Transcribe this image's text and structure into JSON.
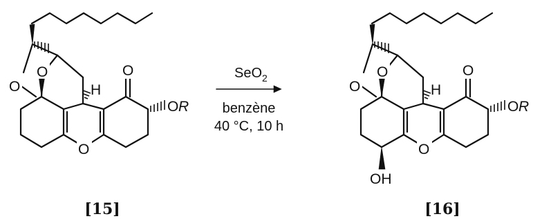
{
  "scheme": {
    "reactant": {
      "label": "[15]",
      "atoms": {
        "ring_o_left": "O",
        "ring_o_bridge": "O",
        "pyran_o": "O",
        "ketone_o": "O",
        "h": "H",
        "or_o": "O",
        "or_r": "R"
      }
    },
    "product": {
      "label": "[16]",
      "atoms": {
        "ring_o_left": "O",
        "ring_o_bridge": "O",
        "pyran_o": "O",
        "ketone_o": "O",
        "h": "H",
        "or_o": "O",
        "or_r": "R",
        "oh": "OH"
      }
    },
    "conditions": {
      "reagent_base": "SeO",
      "reagent_sub": "2",
      "solvent": "benzène",
      "details": "40 °C, 10 h"
    }
  }
}
